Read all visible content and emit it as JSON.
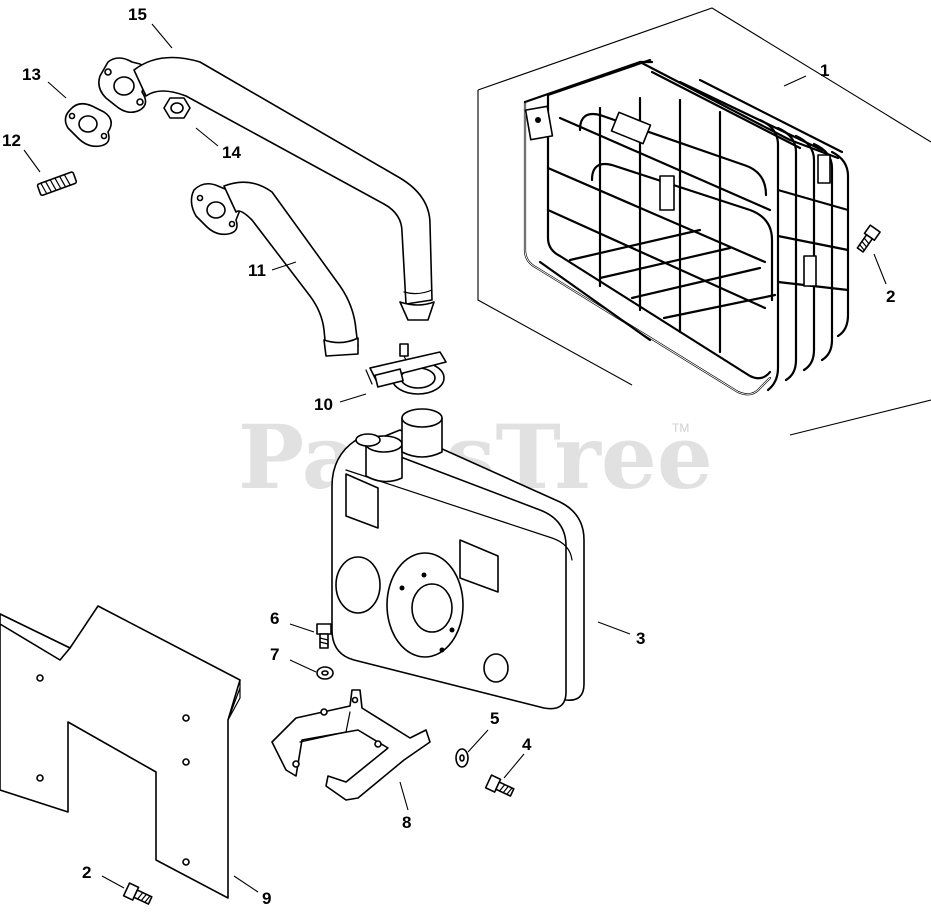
{
  "diagram": {
    "watermark": {
      "text": "PartsTree",
      "trademark": "TM"
    },
    "callouts": {
      "c1": "1",
      "c2a": "2",
      "c2b": "2",
      "c3": "3",
      "c4": "4",
      "c5": "5",
      "c6": "6",
      "c7": "7",
      "c8": "8",
      "c9": "9",
      "c10": "10",
      "c11": "11",
      "c12": "12",
      "c13": "13",
      "c14": "14",
      "c15": "15"
    }
  }
}
